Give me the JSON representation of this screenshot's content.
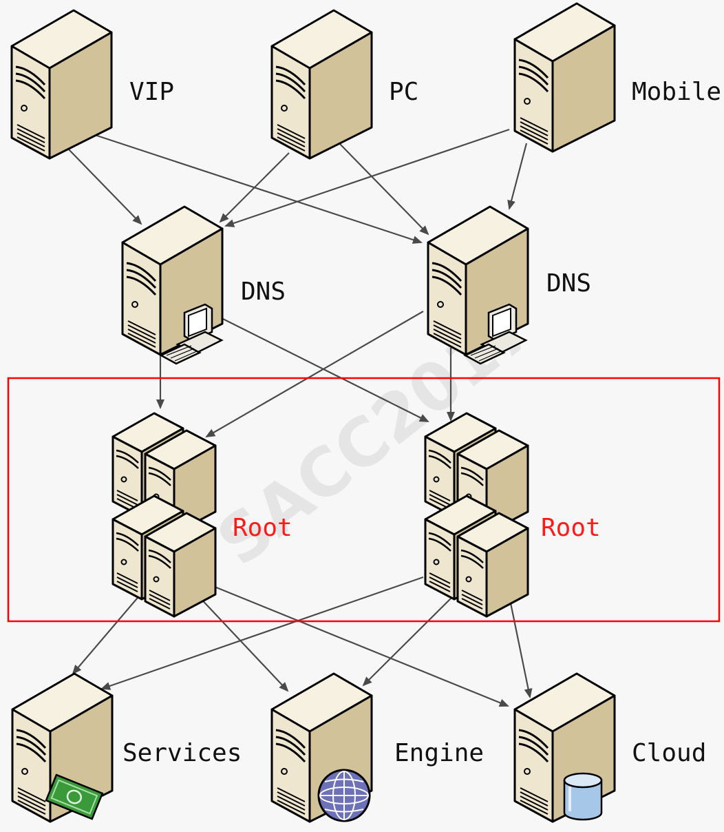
{
  "nodes": {
    "vip": {
      "label": "VIP"
    },
    "pc": {
      "label": "PC"
    },
    "mobile": {
      "label": "Mobile"
    },
    "dns_left": {
      "label": "DNS"
    },
    "dns_right": {
      "label": "DNS"
    },
    "root_left": {
      "label": "Root"
    },
    "root_right": {
      "label": "Root"
    },
    "services": {
      "label": "Services"
    },
    "engine": {
      "label": "Engine"
    },
    "cloud": {
      "label": "Cloud"
    }
  },
  "watermark": "SACC2017",
  "colors": {
    "background": "#f7f7f7",
    "server_front": "#efe6cf",
    "server_side": "#d2c29a",
    "server_top": "#f7f1e2",
    "edge": "#4a4a4a",
    "highlight_box": "#ff0000",
    "root_label": "#ff1a1a"
  },
  "icons": {
    "dns_left": "desktop-computer-icon",
    "dns_right": "desktop-computer-icon",
    "services": "money-bill-icon",
    "engine": "globe-icon",
    "cloud": "database-icon"
  }
}
